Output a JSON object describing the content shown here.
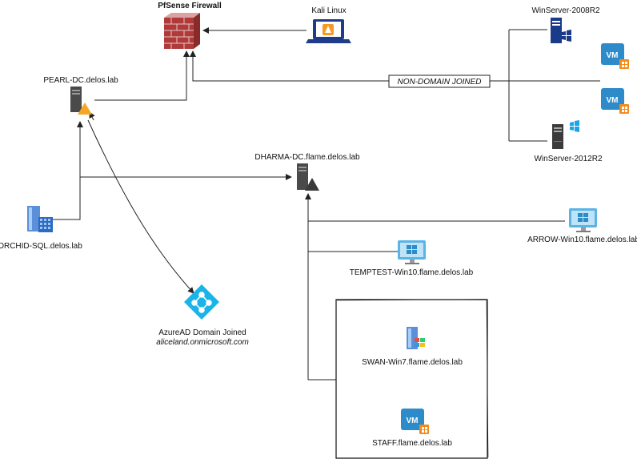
{
  "nodes": {
    "firewall": {
      "label": "PfSense Firewall",
      "icon": "firewall-icon"
    },
    "kali": {
      "label": "Kali Linux",
      "icon": "laptop-icon"
    },
    "winserver2008": {
      "label": "WinServer-2008R2",
      "icon": "windows-server-icon"
    },
    "winserver2012": {
      "label": "WinServer-2012R2",
      "icon": "windows-server-icon"
    },
    "vm_top": {
      "label": "VM",
      "icon": "vm-icon"
    },
    "vm_bottom": {
      "label": "VM",
      "icon": "vm-icon"
    },
    "non_domain": {
      "label": "NON-DOMAIN JOINED"
    },
    "pearl_dc": {
      "label": "PEARL-DC.delos.lab",
      "icon": "server-warning-icon"
    },
    "dharma_dc": {
      "label": "DHARMA-DC.flame.delos.lab",
      "icon": "server-icon"
    },
    "orchid_sql": {
      "label": "ORCHID-SQL.delos.lab",
      "icon": "sql-server-icon"
    },
    "arrow_win10": {
      "label": "ARROW-Win10.flame.delos.lab",
      "icon": "monitor-icon"
    },
    "temptest_win10": {
      "label": "TEMPTEST-Win10.flame.delos.lab",
      "icon": "monitor-icon"
    },
    "azuread": {
      "label": "AzureAD Domain Joined",
      "sublabel": "aliceland.onmicrosoft.com",
      "icon": "azure-ad-icon"
    },
    "swan_win7": {
      "label": "SWAN-Win7.flame.delos.lab",
      "icon": "windows-tower-icon"
    },
    "staff": {
      "label": "STAFF.flame.delos.lab",
      "vm_label": "VM",
      "icon": "vm-icon"
    }
  },
  "colors": {
    "line": "#222222",
    "vm_blue": "#2e8bc9",
    "windows_blue": "#1a73c8",
    "server_gray": "#4a4a4a",
    "warning_orange": "#f5a623",
    "azure_cyan": "#1bb4e8",
    "firewall_red": "#b03a3a",
    "monitor_blue": "#5ab4e5"
  }
}
